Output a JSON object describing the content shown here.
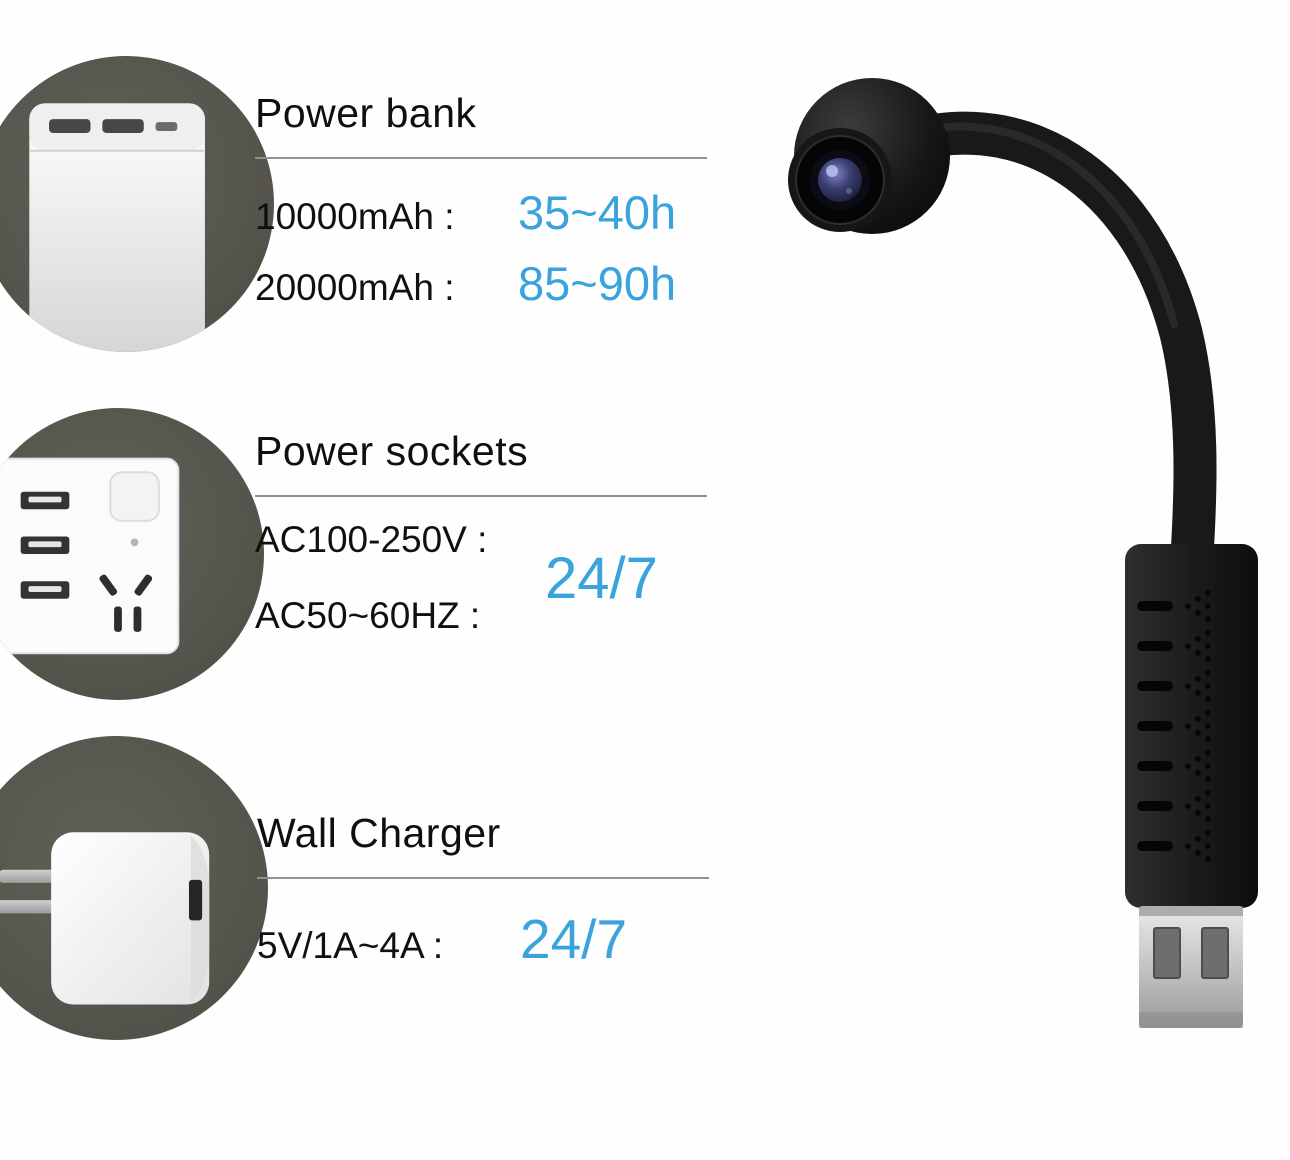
{
  "colors": {
    "accent_blue": "#3aa3dc",
    "vignette_gray": "#55544c",
    "background": "#ffffff"
  },
  "sections": [
    {
      "title": "Power bank",
      "rows": [
        {
          "label": "10000mAh :",
          "value": "35~40h"
        },
        {
          "label": "20000mAh :",
          "value": "85~90h"
        }
      ]
    },
    {
      "title": "Power sockets",
      "labels": [
        "AC100-250V :",
        "AC50~60HZ :"
      ],
      "value": "24/7"
    },
    {
      "title": "Wall Charger",
      "rows": [
        {
          "label": "5V/1A~4A :",
          "value": "24/7"
        }
      ]
    }
  ]
}
